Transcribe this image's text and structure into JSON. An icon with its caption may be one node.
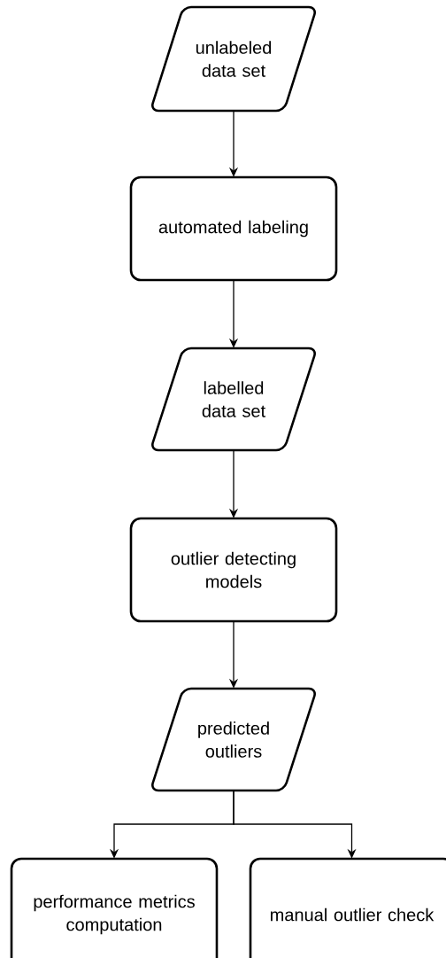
{
  "diagram": {
    "nodes": [
      {
        "text": [
          "unlabeled data set"
        ]
      },
      {
        "text": [
          "automated labeling"
        ]
      },
      {
        "text": [
          "labelled data set"
        ]
      },
      {
        "text": [
          "outlier detecting models"
        ]
      },
      {
        "text": [
          "predicted outliers"
        ]
      },
      {
        "text": [
          "performance metrics computation"
        ]
      },
      {
        "text": [
          "manual outlier check"
        ]
      }
    ],
    "edges": [
      {
        "from": 0,
        "to": 1,
        "arrow": "to"
      },
      {
        "from": 1,
        "to": 2,
        "arrow": "to"
      },
      {
        "from": 2,
        "to": 3,
        "arrow": "to"
      },
      {
        "from": 3,
        "to": 4,
        "arrow": "to"
      },
      {
        "from": 4,
        "to": 5,
        "arrow": "to"
      },
      {
        "from": 4,
        "to": 6,
        "arrow": "to"
      }
    ]
  }
}
